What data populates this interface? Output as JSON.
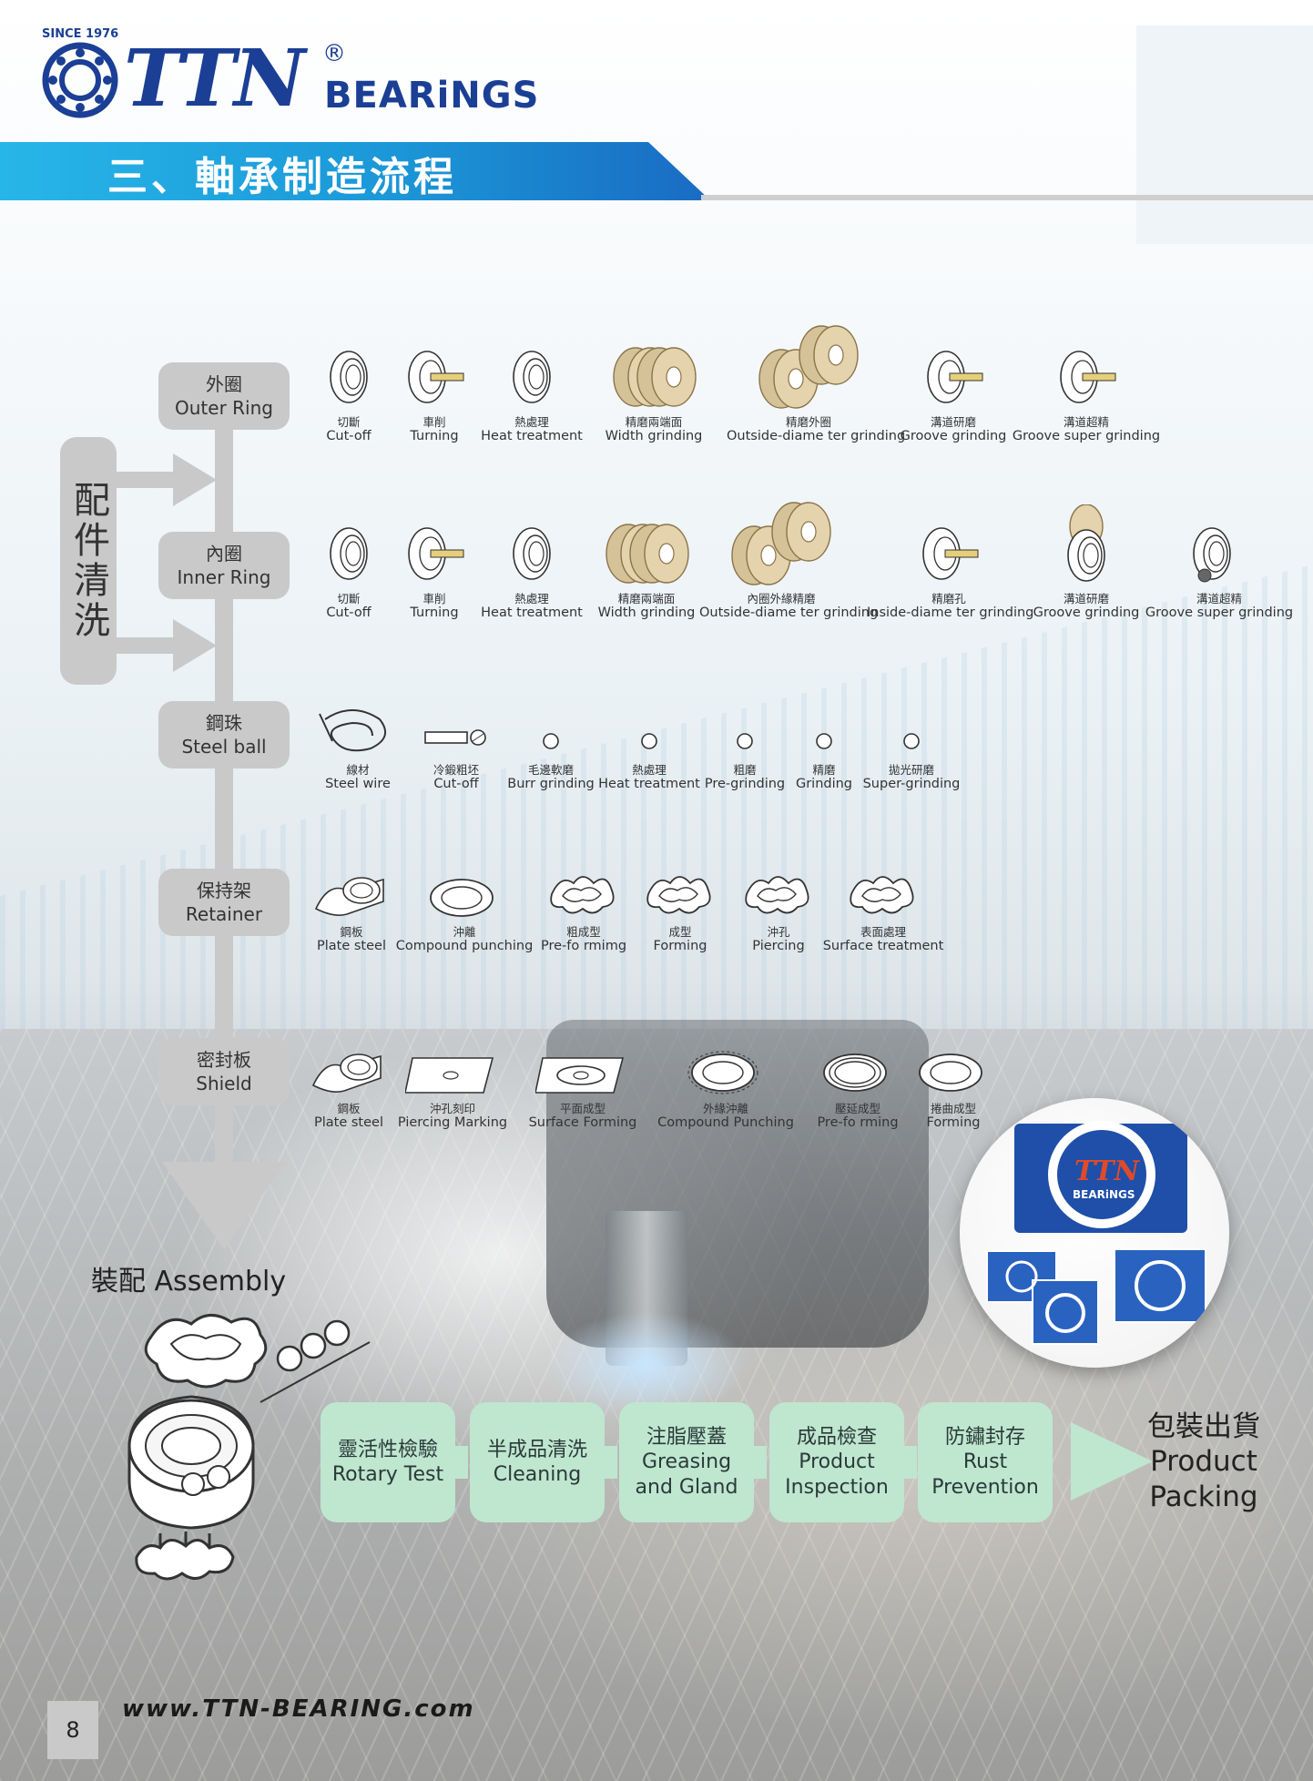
{
  "brand": {
    "since": "SINCE 1976",
    "name": "TTN",
    "registered": "®",
    "sub": "BEARiNGS"
  },
  "section_title": "三、軸承制造流程",
  "wash": "配件清洗",
  "categories": [
    {
      "cn": "外圈",
      "en": "Outer Ring"
    },
    {
      "cn": "內圈",
      "en": "Inner Ring"
    },
    {
      "cn": "鋼珠",
      "en": "Steel ball"
    },
    {
      "cn": "保持架",
      "en": "Retainer"
    },
    {
      "cn": "密封板",
      "en": "Shield"
    }
  ],
  "outer_ring_steps": [
    {
      "cn": "切斷",
      "en": "Cut-off"
    },
    {
      "cn": "車削",
      "en": "Turning"
    },
    {
      "cn": "熱處理",
      "en": "Heat treatment"
    },
    {
      "cn": "精磨兩端面",
      "en": "Width grinding"
    },
    {
      "cn": "精磨外圈",
      "en": "Outside-diame ter grinding"
    },
    {
      "cn": "溝道研磨",
      "en": "Groove grinding"
    },
    {
      "cn": "溝道超精",
      "en": "Groove super grinding"
    }
  ],
  "inner_ring_steps": [
    {
      "cn": "切斷",
      "en": "Cut-off"
    },
    {
      "cn": "車削",
      "en": "Turning"
    },
    {
      "cn": "熱處理",
      "en": "Heat treatment"
    },
    {
      "cn": "精磨兩端面",
      "en": "Width grinding"
    },
    {
      "cn": "內圈外緣精磨",
      "en": "Outside-diame ter grinding"
    },
    {
      "cn": "精磨孔",
      "en": "Inside-diame ter grinding"
    },
    {
      "cn": "溝道研磨",
      "en": "Groove grinding"
    },
    {
      "cn": "溝道超精",
      "en": "Groove super grinding"
    }
  ],
  "steel_ball_steps": [
    {
      "cn": "線材",
      "en": "Steel wire"
    },
    {
      "cn": "冷鍛粗坯",
      "en": "Cut-off"
    },
    {
      "cn": "毛邊軟磨",
      "en": "Burr grinding"
    },
    {
      "cn": "熱處理",
      "en": "Heat treatment"
    },
    {
      "cn": "粗磨",
      "en": "Pre-grinding"
    },
    {
      "cn": "精磨",
      "en": "Grinding"
    },
    {
      "cn": "拋光研磨",
      "en": "Super-grinding"
    }
  ],
  "retainer_steps": [
    {
      "cn": "鋼板",
      "en": "Plate steel"
    },
    {
      "cn": "沖離",
      "en": "Compound punching"
    },
    {
      "cn": "粗成型",
      "en": "Pre-fo rmimg"
    },
    {
      "cn": "成型",
      "en": "Forming"
    },
    {
      "cn": "沖孔",
      "en": "Piercing"
    },
    {
      "cn": "表面處理",
      "en": "Surface treatment"
    }
  ],
  "shield_steps": [
    {
      "cn": "鋼板",
      "en": "Plate steel"
    },
    {
      "cn": "沖孔刻印",
      "en": "Piercing Marking"
    },
    {
      "cn": "平面成型",
      "en": "Surface Forming"
    },
    {
      "cn": "外緣沖離",
      "en": "Compound Punching"
    },
    {
      "cn": "壓延成型",
      "en": "Pre-fo rming"
    },
    {
      "cn": "捲曲成型",
      "en": "Forming"
    }
  ],
  "assembly": "裝配 Assembly",
  "process": [
    {
      "cn": "靈活性檢驗",
      "en1": "Rotary Test",
      "en2": ""
    },
    {
      "cn": "半成品清洗",
      "en1": "Cleaning",
      "en2": ""
    },
    {
      "cn": "注脂壓蓋",
      "en1": "Greasing",
      "en2": "and Gland"
    },
    {
      "cn": "成品檢查",
      "en1": "Product",
      "en2": "Inspection"
    },
    {
      "cn": "防鏽封存",
      "en1": "Rust",
      "en2": "Prevention"
    }
  ],
  "packing": {
    "cn": "包裝出貨",
    "en1": "Product",
    "en2": "Packing"
  },
  "package_logo": {
    "name": "TTN",
    "sub": "BEARiNGS"
  },
  "page_number": "8",
  "url": "www.TTN-BEARING.com",
  "colors": {
    "brand_blue": "#1b3f95",
    "title_cyan": "#27b6e8",
    "process_green": "#bfe6cf",
    "flow_gray": "#c9c9c9"
  }
}
